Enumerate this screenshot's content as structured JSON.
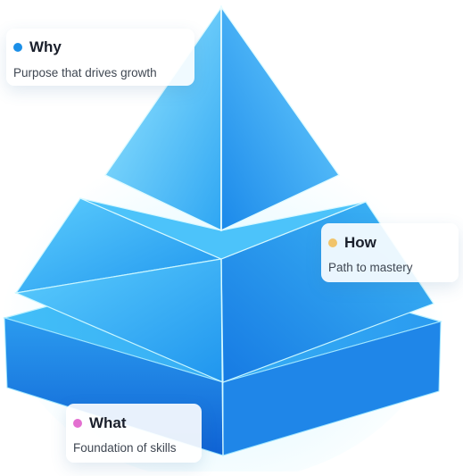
{
  "layers": [
    {
      "key": "why",
      "title": "Why",
      "subtitle": "Purpose that drives growth",
      "dot_color": "#1b8fe8"
    },
    {
      "key": "how",
      "title": "How",
      "subtitle": "Path to mastery",
      "dot_color": "#f1c46b"
    },
    {
      "key": "what",
      "title": "What",
      "subtitle": "Foundation of skills",
      "dot_color": "#e36fd0"
    }
  ],
  "colors": {
    "pyramid_light": "#8fe3ff",
    "pyramid_mid": "#3fb8f6",
    "pyramid_deep": "#1676e2",
    "pyramid_edge": "#c9f6ff"
  }
}
